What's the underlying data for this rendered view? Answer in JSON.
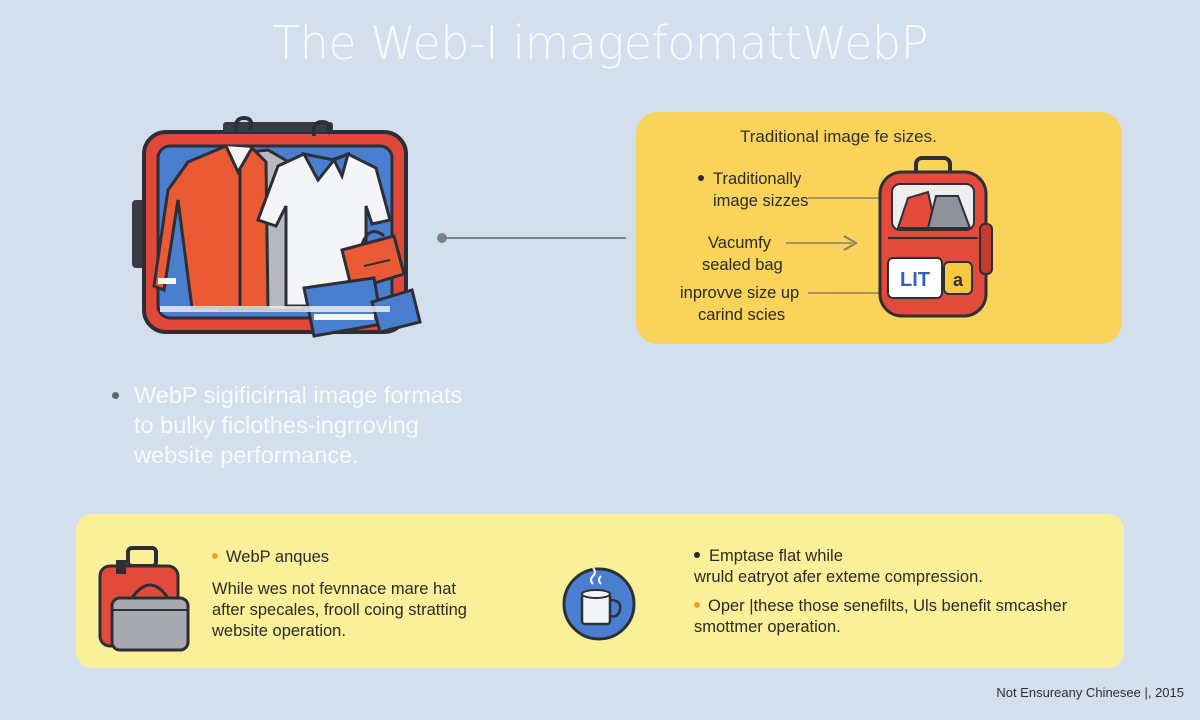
{
  "title": "The Web-I imagefomattWebP",
  "yellow_card": {
    "title": "Traditional image fe sizes.",
    "items": [
      {
        "lines": [
          "Traditionally",
          "image sizzes"
        ]
      },
      {
        "lines": [
          "Vacumfy",
          "sealed bag"
        ]
      },
      {
        "lines": [
          "inprovve size up",
          "carind scies"
        ]
      }
    ],
    "backpack_badges": [
      "LIT",
      "a"
    ]
  },
  "middle_text": {
    "lines": [
      "WebP sigificirnal image formats",
      "to bulky ficlothes-ingrroving",
      "website performance."
    ]
  },
  "bottom_card": {
    "left": {
      "heading": "WebP anques",
      "lines": [
        "While wes not fevnnace mare hat",
        "after specales, frooll coing stratting",
        "website operation."
      ]
    },
    "right": {
      "p1": [
        "Emptase flat while",
        "wruld eatryot afer exteme compression."
      ],
      "p2": [
        "Oper |these those senefilts, Uls benefit smcasher",
        "smottmer  operation."
      ]
    }
  },
  "footer": "Not Ensureany Chinesee |, 2015",
  "colors": {
    "background": "#d3dfec",
    "yellow_card": "#f9d35a",
    "bottom_card": "#fbf09a",
    "suitcase_red": "#e0493a",
    "suitcase_blue": "#4a7fd0"
  }
}
